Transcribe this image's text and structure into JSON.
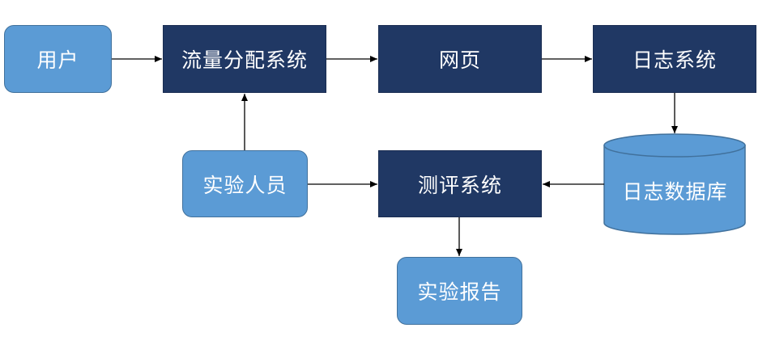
{
  "nodes": {
    "user": "用户",
    "traffic_system": "流量分配系统",
    "web_page": "网页",
    "log_system": "日志系统",
    "log_database": "日志数据库",
    "experimenter": "实验人员",
    "evaluation_system": "测评系统",
    "experiment_report": "实验报告"
  },
  "colors": {
    "light_box": "#5b9bd5",
    "dark_box": "#203864",
    "arrow": "#000000"
  }
}
